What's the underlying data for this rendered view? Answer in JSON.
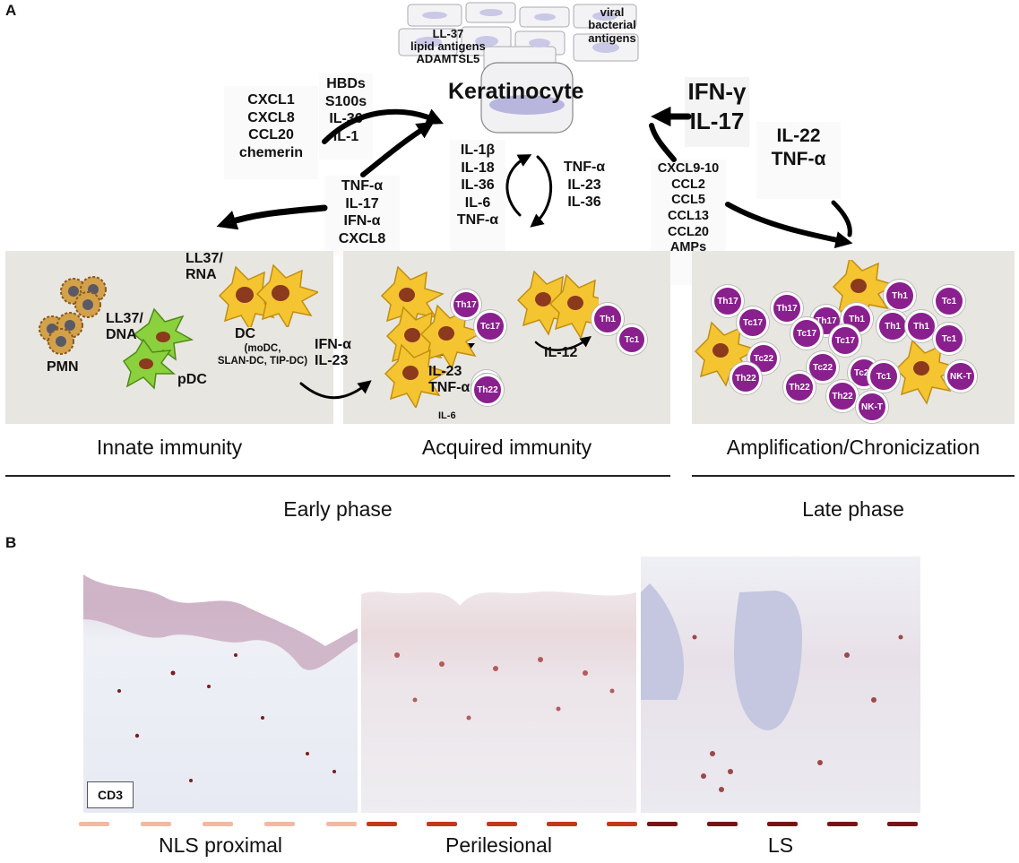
{
  "panel_a": {
    "letter": "A",
    "keratinocyte": "Keratinocyte",
    "antigens_left": [
      "LL-37",
      "lipid antigens",
      "ADAMTSL5"
    ],
    "antigens_right": [
      "viral",
      "bacterial",
      "antigens"
    ],
    "chemokines_left": [
      "CXCL1",
      "CXCL8",
      "CCL20",
      "chemerin"
    ],
    "amps_left": [
      "HBDs",
      "S100s",
      "IL-36",
      "IL-1"
    ],
    "cytokines_center_left": [
      "TNF-α",
      "IL-17",
      "IFN-α",
      "CXCL8"
    ],
    "loop_left": [
      "IL-1β",
      "IL-18",
      "IL-36",
      "IL-6",
      "TNF-α"
    ],
    "loop_right": [
      "TNF-α",
      "IL-23",
      "IL-36"
    ],
    "ifn_il17": [
      "IFN-γ",
      "IL-17"
    ],
    "il22_tnf": [
      "IL-22",
      "TNF-α"
    ],
    "chemokines_right": [
      "CXCL9-10",
      "CCL2",
      "CCL5",
      "CCL13",
      "CCL20",
      "AMPs"
    ],
    "innate": {
      "pmn": "PMN",
      "ll37_dna": [
        "LL37/",
        "DNA"
      ],
      "ll37_rna": [
        "LL37/",
        "RNA"
      ],
      "pdc": "pDC",
      "dc": "DC",
      "dc_sub": [
        "(moDC,",
        "SLAN-DC, TIP-DC)"
      ],
      "ifna_il23": [
        "IFN-α",
        "IL-23"
      ]
    },
    "acquired": {
      "il23_tnf": [
        "IL-23",
        "TNF-α"
      ],
      "il6": "IL-6",
      "il12": "IL-12"
    },
    "cells": {
      "th17": "Th17",
      "tc17": "Tc17",
      "tc22": "Tc22",
      "th22": "Th22",
      "th1": "Th1",
      "tc1": "Tc1",
      "nkt": "NK-T"
    },
    "captions": [
      "Innate immunity",
      "Acquired immunity",
      "Amplification/Chronicization"
    ],
    "phases": [
      "Early phase",
      "Late phase"
    ]
  },
  "panel_b": {
    "letter": "B",
    "stain": "CD3",
    "labels": [
      "NLS proximal",
      "Perilesional",
      "LS"
    ],
    "dash_colors": [
      "#f3b9a0",
      "#c0391b",
      "#7a1414"
    ]
  }
}
